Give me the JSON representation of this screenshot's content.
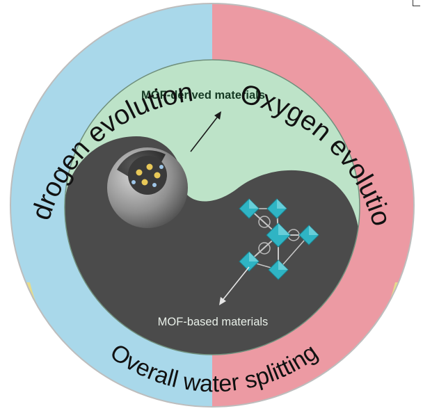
{
  "ring": {
    "hydrogen": "Hydrogen evolution",
    "oxygen": "Oxygen evolution",
    "overall": "Overall water splitting"
  },
  "inner": {
    "derived": "MOF-derived materials",
    "based": "MOF-based materials"
  },
  "colors": {
    "hydrogen_segment": "#a9d8ea",
    "oxygen_segment": "#ec9aa3",
    "overall_segment": "#e6dc8c",
    "derived_half": "#bde3c8",
    "based_half": "#4b4b4b",
    "derived_label": "#153a23",
    "based_label": "#e8efe8",
    "octahedra": "#2fb4c4"
  },
  "icons": [
    "core-shell-sphere-icon",
    "mof-framework-icon"
  ]
}
